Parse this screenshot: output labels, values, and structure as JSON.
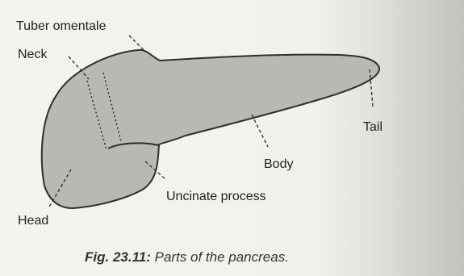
{
  "diagram": {
    "labels": {
      "tuber_omentale": "Tuber omentale",
      "neck": "Neck",
      "tail": "Tail",
      "body": "Body",
      "uncinate_process": "Uncinate process",
      "head": "Head"
    },
    "caption": {
      "number": "Fig. 23.11:",
      "text": " Parts of the pancreas."
    }
  }
}
